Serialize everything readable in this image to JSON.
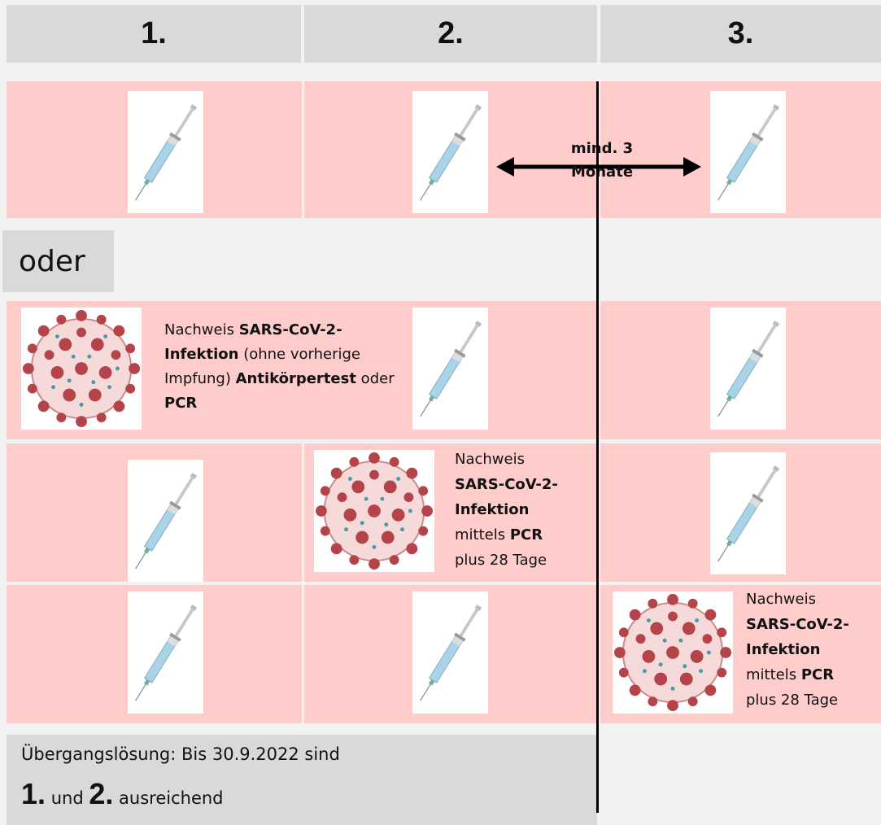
{
  "columns": [
    "1.",
    "2.",
    "3."
  ],
  "arrow_label_line1": "mind. 3",
  "arrow_label_line2": "Monate",
  "oder_label": "oder",
  "row2_note": {
    "prefix": "Nachweis ",
    "bold1": "SARS-CoV-2-",
    "bold2": "Infektion",
    "mid": " (ohne vorherige Impfung) ",
    "bold3": "Antikörpertest",
    "join": " oder ",
    "bold4": "PCR"
  },
  "pcr_note": {
    "line1": "Nachweis",
    "line2": "SARS-CoV-2-",
    "line3": "Infektion",
    "line4_prefix": "mittels ",
    "line4_bold": "PCR",
    "line5": "plus 28 Tage"
  },
  "footer": {
    "line1": "Übergangslösung: Bis 30.9.2022 sind",
    "num1": "1.",
    "word_und": " und ",
    "num2": "2.",
    "word_end": " ausreichend"
  },
  "icons": {
    "syringe": "syringe-icon",
    "virus": "coronavirus-icon"
  },
  "colors": {
    "cell_pink": "#ffcccc",
    "header_grey": "#d9d9d9",
    "virus_red": "#b5434a"
  }
}
